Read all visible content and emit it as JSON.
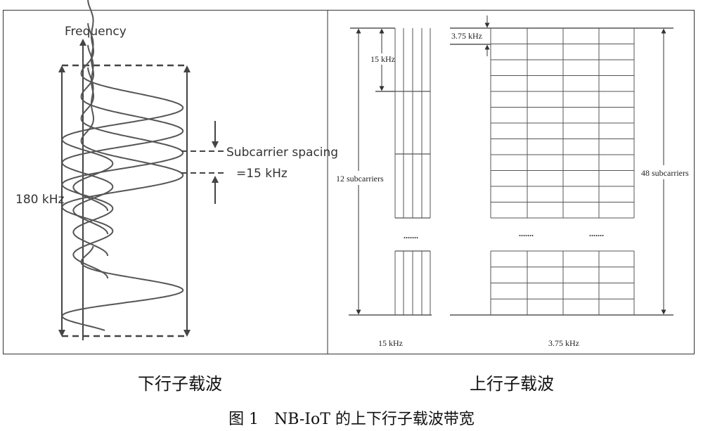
{
  "left_panel": {
    "axis_label": "Frequency",
    "bandwidth": "180 kHz",
    "spacing_label_1": "Subcarrier spacing",
    "spacing_label_2": "=15 kHz"
  },
  "right_panel": {
    "left_grid": {
      "top_label": "15 kHz",
      "side_label": "12 subcarriers",
      "bottom_label": "15 kHz",
      "ellipsis": "......."
    },
    "right_grid": {
      "top_label": "3.75 kHz",
      "side_label": "48 subcarriers",
      "bottom_label": "3.75 kHz",
      "ellipsis_1": ".......",
      "ellipsis_2": "......."
    }
  },
  "captions": {
    "downlink": "下行子载波",
    "uplink": "上行子载波",
    "figure": "图 1　NB-IoT 的上下行子载波带宽"
  },
  "colors": {
    "line": "#444444",
    "wave": "#555555",
    "grid": "#555555",
    "border": "#333333"
  }
}
